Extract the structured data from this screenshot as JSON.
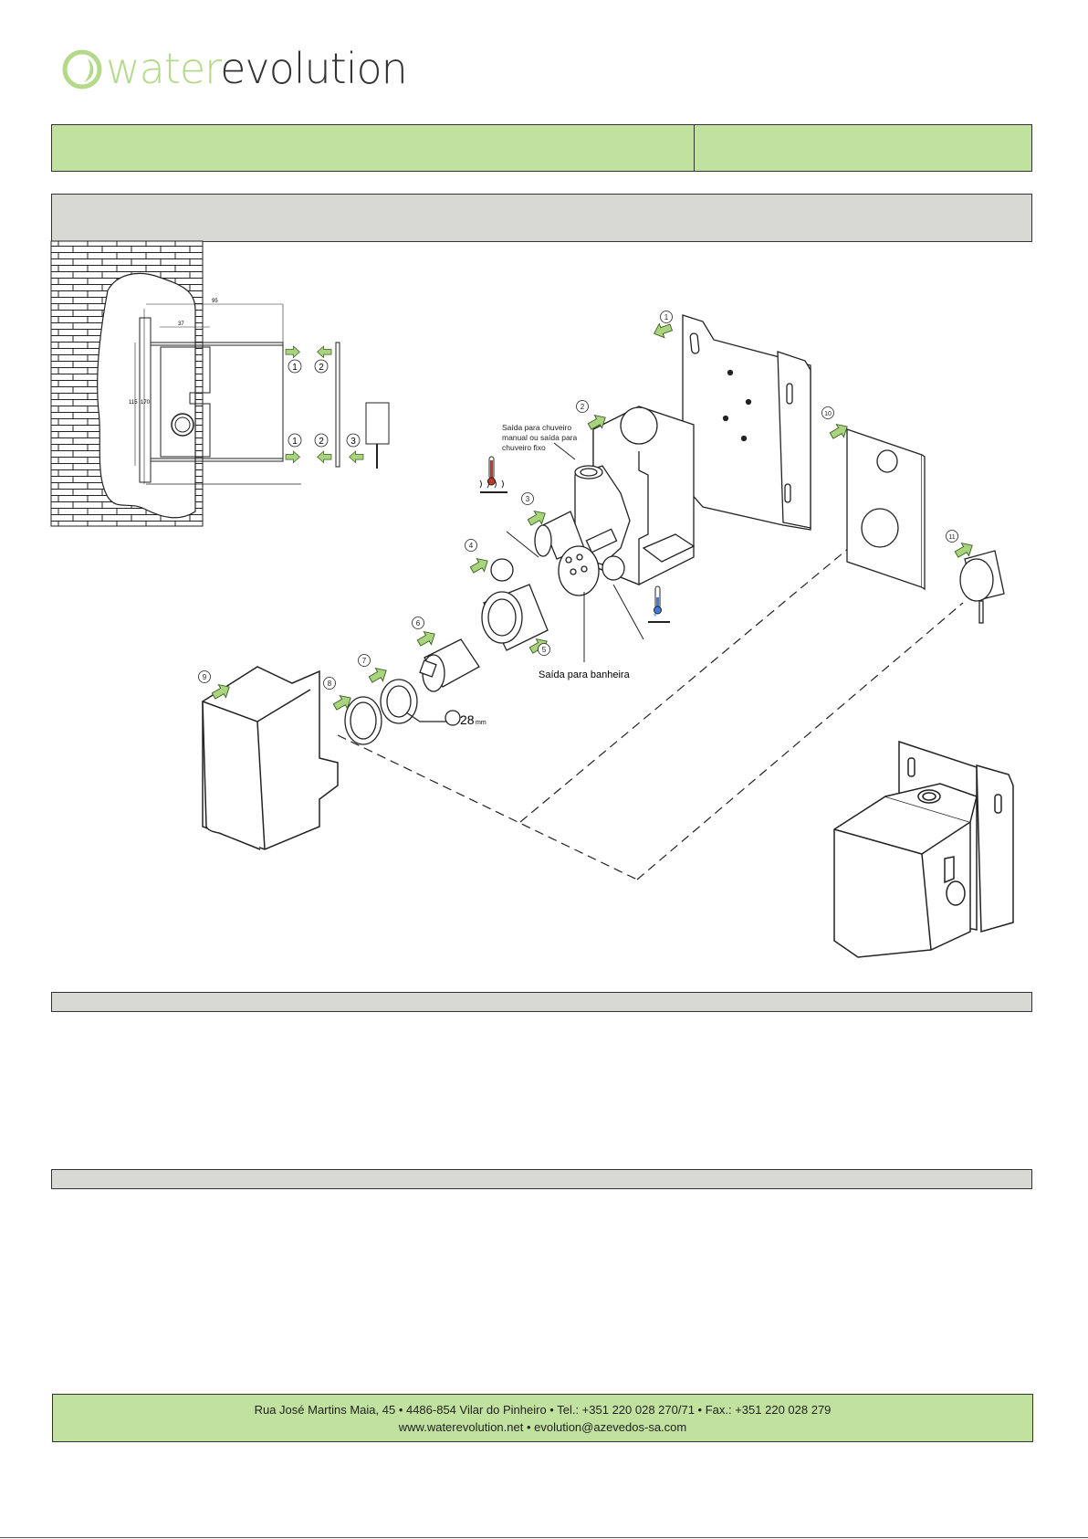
{
  "brand": {
    "logo_prefix": "water",
    "logo_suffix": "evolution",
    "color_green": "#c1e19e",
    "color_grey": "#d8d8d4"
  },
  "diagram": {
    "callouts": [
      "1",
      "2",
      "3",
      "4",
      "5",
      "6",
      "7",
      "8",
      "9",
      "10",
      "11"
    ],
    "side_view_callouts": [
      "1",
      "2",
      "1",
      "2",
      "3"
    ],
    "label_shower_outlet": [
      "Saída para chuveiro",
      "manual ou saída para",
      "chuveiro fixo"
    ],
    "label_bath_outlet": "Saída para banheira",
    "dimension_28": "28",
    "dimension_28_unit": "mm",
    "dim_37": "37",
    "dim_top": "95",
    "dim_left_a": "115",
    "dim_left_b": "170"
  },
  "footer": {
    "address_line": "Rua José Martins Maia, 45  •  4486-854 Vilar do Pinheiro  • Tel.: +351 220 028 270/71 • Fax.: +351 220 028 279",
    "web_line": "www.waterevolution.net • evolution@azevedos-sa.com"
  }
}
